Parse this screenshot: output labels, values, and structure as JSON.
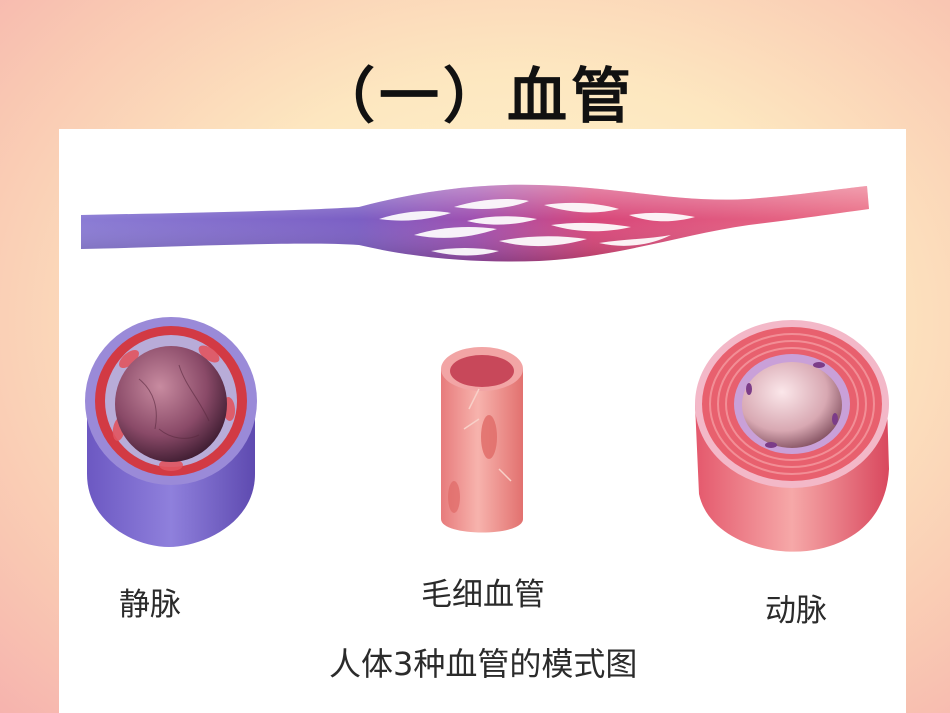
{
  "slide": {
    "title": "（一）血管"
  },
  "figure": {
    "labels": {
      "vein": "静脉",
      "capillary": "毛细血管",
      "artery": "动脉"
    },
    "caption": "人体3种血管的模式图"
  },
  "colors": {
    "vein": "#7a62c2",
    "artery": "#e8536d",
    "capillary_wall": "#ef8c8a",
    "background_accent": "#fde7c0"
  }
}
